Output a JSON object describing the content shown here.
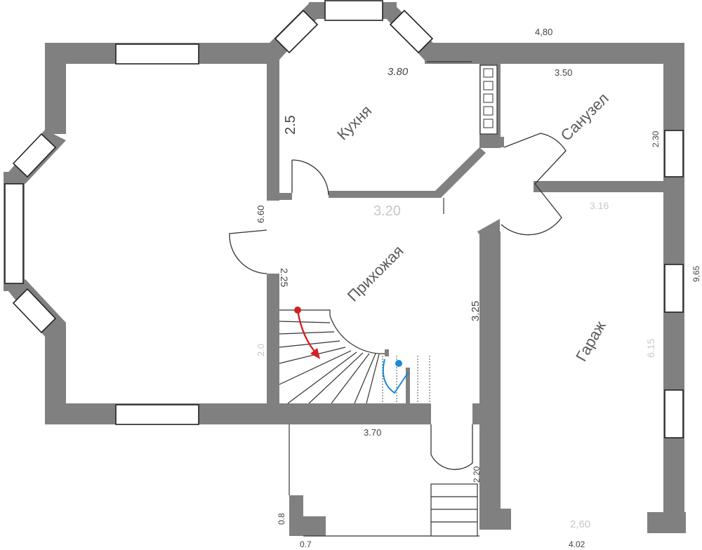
{
  "rooms": {
    "kitchen": "Кухня",
    "bathroom": "Санузел",
    "hallway": "Прихожая",
    "garage": "Гараж"
  },
  "dimensions": {
    "top_4_80": "4,80",
    "kitchen_3_80": "3.80",
    "bath_3_50": "3.50",
    "kitchen_2_5": "2.5",
    "bath_2_30": "2.30",
    "kitchen_3_20": "3.20",
    "garage_3_16": "3.16",
    "left_6_60": "6.60",
    "right_9_65": "9,65",
    "hall_2_25": "2.25",
    "hall_3_25": "3.25",
    "stair_2_0": "2.0",
    "garage_6_15": "6.15",
    "bottom_3_70": "3.70",
    "porch_2_20": "2.20",
    "porch_0_8": "0.8",
    "porch_0_7": "0.7",
    "garage_2_60": "2,60",
    "bottom_4_02": "4.02"
  },
  "colors": {
    "wall": "#808080",
    "stair_path": "#d42020",
    "stair_marker": "#1a8ad4"
  }
}
